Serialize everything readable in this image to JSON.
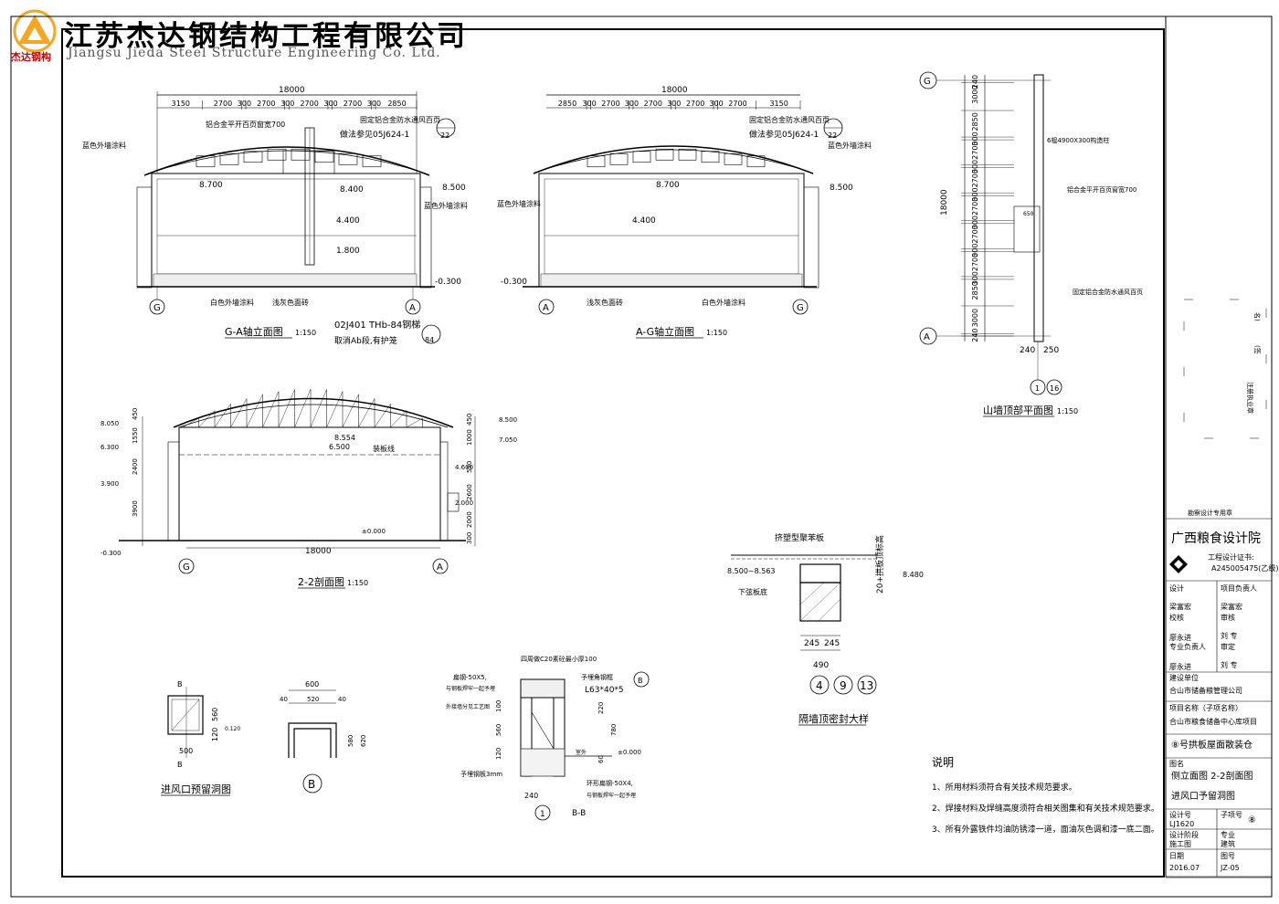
{
  "header": {
    "company_cn": "江苏杰达钢结构工程有限公司",
    "company_en": "Jiangsu Jieda Steel Structure Engineering Co. Ltd.",
    "logo_text": "杰达钢构",
    "logo_color": "#f5a623"
  },
  "elev1": {
    "title": "G-A轴立面图",
    "scale": "1:150",
    "total": "18000",
    "dims": [
      "3150",
      "2700",
      "300",
      "2700",
      "300",
      "2700",
      "300",
      "2700",
      "300",
      "2850"
    ],
    "window": "铝合金平开百页窗宽700",
    "louver": "固定铝合金防水通风百页",
    "louver_ref": "做法参见05J624-1",
    "ref_no": "22",
    "wall_blue": "蓝色外墙涂料",
    "wall_blue2": "蓝色外墙涂料",
    "wall_white": "白色外墙涂料",
    "plinth": "浅灰色面砖",
    "levels": [
      "8.700",
      "8.400",
      "8.500",
      "4.400",
      "1.800",
      "-0.300"
    ],
    "axis_l": "G",
    "axis_r": "A",
    "ladder": "02J401 THb-84钢梯",
    "ladder_note": "取消Ab段,有护笼",
    "ladder_ref": "84"
  },
  "elev2": {
    "title": "A-G轴立面图",
    "scale": "1:150",
    "total": "18000",
    "dims": [
      "2850",
      "300",
      "2700",
      "300",
      "2700",
      "300",
      "2700",
      "300",
      "2700",
      "3150"
    ],
    "louver": "固定铝合金防水通风百页",
    "louver_ref": "做法参见05J624-1",
    "ref_no": "22",
    "wall_blue": "蓝色外墙涂料",
    "wall_blue2": "蓝色外墙涂料",
    "wall_white": "白色外墙涂料",
    "plinth": "浅灰色面砖",
    "levels": [
      "8.700",
      "8.500",
      "4.400",
      "-0.300"
    ],
    "axis_l": "A",
    "axis_r": "G"
  },
  "gable": {
    "title": "山墙顶部平面图",
    "scale": "1:150",
    "total": "18000",
    "dims": [
      "240",
      "3000",
      "2850",
      "300",
      "2700",
      "300",
      "2700",
      "300",
      "2700",
      "300",
      "2700",
      "300",
      "2700",
      "300",
      "2850",
      "3000",
      "240"
    ],
    "n1": "6榀4900X300构造柱",
    "n2": "铝合金平开百页窗宽700",
    "n3": "固定铝合金防水通风百页",
    "n4": "650",
    "b1": "240",
    "b2": "250",
    "ref_a": "1",
    "ref_b": "16",
    "axis_t": "G",
    "axis_b": "A"
  },
  "section": {
    "title": "2-2剖面图",
    "scale": "1:150",
    "total": "18000",
    "ceiling": "装板线",
    "lv_l": [
      "8.050",
      "6.300",
      "3.900",
      "-0.300"
    ],
    "dim_l": [
      "450",
      "1550",
      "2400",
      "3900"
    ],
    "lv_r": [
      "8.500",
      "7.050",
      "4.600",
      "2.000",
      "±0.000"
    ],
    "dim_r": [
      "450",
      "1000",
      "550",
      "2600",
      "2000",
      "300"
    ],
    "lv_in": [
      "8.554",
      "6.500"
    ],
    "axis_l": "G",
    "axis_r": "A"
  },
  "seal": {
    "title": "隔墙顶密封大样",
    "top": "挤塑型聚苯板",
    "lv1": "8.500~8.563",
    "bottom": "下弦板底",
    "vert": "20+拱板顶标高",
    "lv2": "8.480",
    "d1": "245",
    "d2": "245",
    "d3": "490",
    "refs": [
      "4",
      "9",
      "13"
    ]
  },
  "opening": {
    "title": "进风口预留洞图",
    "lblB": "B",
    "d_top": "560",
    "d_bot": "120",
    "d_w": "500",
    "d_r": "0.120"
  },
  "detailB": {
    "total": "600",
    "d1": "40",
    "d2": "520",
    "d3": "40",
    "h1": "580",
    "h2": "620",
    "label": "B"
  },
  "bb": {
    "title": "B-B",
    "n1": "扁钢-50X5,",
    "n2": "与钢板焊牢一起予埋",
    "n3": "四周做C20素砼最小厚100",
    "n4": "予埋角钢框",
    "n5": "L63*40*5",
    "n6": "外接墙分见工艺图",
    "n7": "予埋钢板3mm",
    "n8": "环形扁钢-50X4,",
    "n9": "与钢板焊牢一起予埋",
    "n10": "室外",
    "lv": "±0.000",
    "dims_l": [
      "100",
      "560",
      "120"
    ],
    "dims_r": [
      "220",
      "780",
      "60"
    ],
    "w": "240",
    "ref": "1",
    "ref2": "B"
  },
  "notes": {
    "title": "说明",
    "items": [
      "1、所用材料须符合有关技术规范要求。",
      "2、焊接材料及焊缝高度须符合相关图集和有关技术规范要求。",
      "3、所有外露铁件均油防锈漆一道，面油灰色调和漆一底二面。"
    ]
  },
  "side": {
    "t1": "名)",
    "t2": "(签",
    "t3": "注册执业章",
    "t4": "勘察设计专用章"
  },
  "titleblock": {
    "institute": "广西粮食设计院",
    "cert_label": "工程设计证书:",
    "cert_no": "A245005475(乙级)",
    "r1a": "设计",
    "r1b": "项目负责人",
    "r2a": "梁富宏",
    "r2b": "梁富宏",
    "r3a": "校核",
    "r3b": "审核",
    "r4a": "廖永进",
    "r4b": "刘 专",
    "r5a": "专业负责人",
    "r5b": "审定",
    "r6a": "廖永进",
    "r6b": "刘 专",
    "client_label": "建设单位",
    "client": "合山市储备粮管理公司",
    "proj_label": "项目名称（子项名称）",
    "proj": "合山市粮食储备中心库项目",
    "sub": "⑧号拱板屋面散装仓",
    "name_label": "图名",
    "name1": "侧立面图 2-2剖面图",
    "name2": "进风口予留洞图",
    "code_l": "设计号",
    "code_v": "LJ1620",
    "sub_l": "子项号",
    "sub_v": "⑧",
    "stage_l": "设计阶段",
    "stage_v": "施工图",
    "spec_l": "专业",
    "spec_v": "建筑",
    "date_l": "日期",
    "date_v": "2016.07",
    "no_l": "图号",
    "no_v": "JZ-05"
  }
}
